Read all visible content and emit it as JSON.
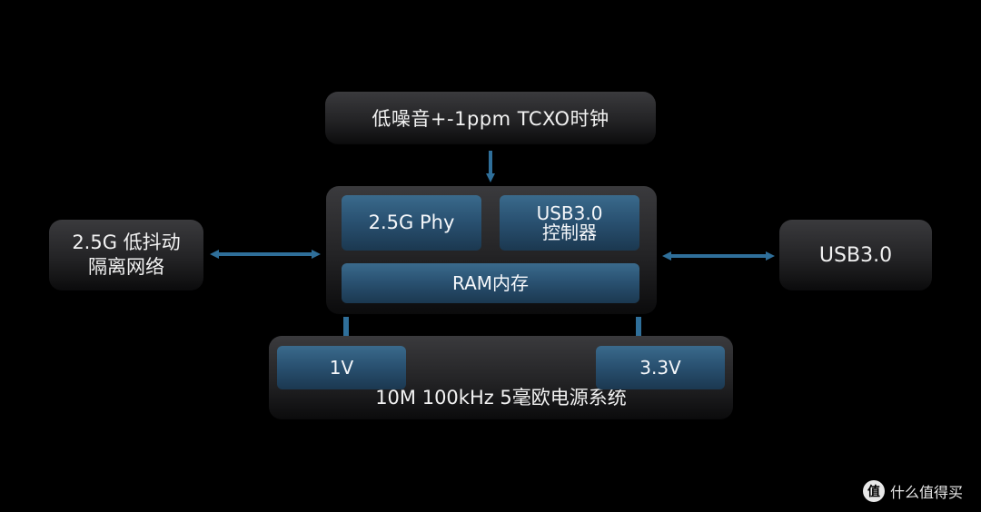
{
  "nodes": {
    "tcxo": "低噪音+-1ppm TCXO时钟",
    "network_line1": "2.5G 低抖动",
    "network_line2": "隔离网络",
    "usb_port": "USB3.0",
    "phy": "2.5G Phy",
    "usb_controller_line1": "USB3.0",
    "usb_controller_line2": "控制器",
    "ram": "RAM内存",
    "power_system": "10M 100kHz 5毫欧电源系统",
    "rail_1v": "1V",
    "rail_3v3": "3.3V"
  },
  "watermark": {
    "logo": "值",
    "text": "什么值得买"
  },
  "colors": {
    "background": "#000000",
    "chip_blue": "#2a5272",
    "arrow_blue": "#2f6f9a"
  }
}
